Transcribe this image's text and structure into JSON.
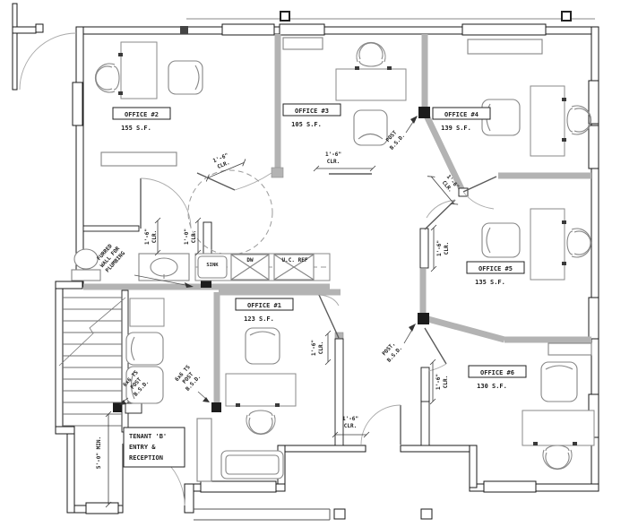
{
  "offices": {
    "o1": {
      "name": "OFFICE #1",
      "area": "123 S.F."
    },
    "o2": {
      "name": "OFFICE #2",
      "area": "155 S.F."
    },
    "o3": {
      "name": "OFFICE #3",
      "area": "105 S.F."
    },
    "o4": {
      "name": "OFFICE #4",
      "area": "139 S.F."
    },
    "o5": {
      "name": "OFFICE #5",
      "area": "135 S.F."
    },
    "o6": {
      "name": "OFFICE #6",
      "area": "130 S.F."
    }
  },
  "reception": {
    "line1": "TENANT 'B'",
    "line2": "ENTRY &",
    "line3": "RECEPTION"
  },
  "notes": {
    "furred": {
      "l1": "FURRED",
      "l2": "WALL FOR",
      "l3": "PLUMBING"
    },
    "post_ne": {
      "l1": "POST",
      "l2": "B.S.D."
    },
    "post_se": {
      "l1": "POST,",
      "l2": "B.S.D."
    },
    "ts_post": {
      "l1": "6x6 TS",
      "l2": "POST",
      "l3": "B.S.D."
    }
  },
  "kitchen": {
    "sink": "SINK",
    "dw": "DW",
    "ref": "U.C. REF"
  },
  "dims": {
    "clr_1_6": "1'-6\"",
    "clr_1_0": "1'-0\"",
    "clr": "CLR.",
    "min_5_0": "5'-0\" MIN."
  }
}
